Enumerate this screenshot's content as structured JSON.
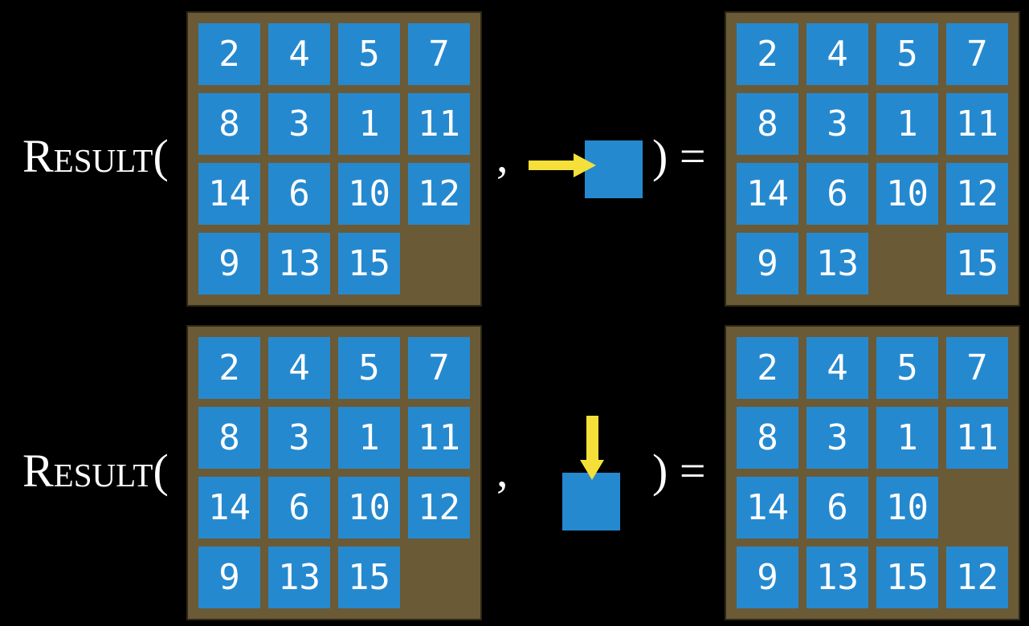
{
  "figure": {
    "function_label": "Result(",
    "comma": ",",
    "close_label": ") ="
  },
  "colors": {
    "background": "#000000",
    "tile-blue": "#2589d0",
    "frame-brown": "#6b5a36",
    "frame-edge": "#2e2715",
    "arrow-yellow": "#f5e03a",
    "text-white": "#ffffff"
  },
  "rows": [
    {
      "action": {
        "icon": "right-arrow-icon",
        "direction": "right"
      },
      "input_board": [
        [
          2,
          4,
          5,
          7
        ],
        [
          8,
          3,
          1,
          11
        ],
        [
          14,
          6,
          10,
          12
        ],
        [
          9,
          13,
          15,
          null
        ]
      ],
      "output_board": [
        [
          2,
          4,
          5,
          7
        ],
        [
          8,
          3,
          1,
          11
        ],
        [
          14,
          6,
          10,
          12
        ],
        [
          9,
          13,
          null,
          15
        ]
      ]
    },
    {
      "action": {
        "icon": "down-arrow-icon",
        "direction": "down"
      },
      "input_board": [
        [
          2,
          4,
          5,
          7
        ],
        [
          8,
          3,
          1,
          11
        ],
        [
          14,
          6,
          10,
          12
        ],
        [
          9,
          13,
          15,
          null
        ]
      ],
      "output_board": [
        [
          2,
          4,
          5,
          7
        ],
        [
          8,
          3,
          1,
          11
        ],
        [
          14,
          6,
          10,
          null
        ],
        [
          9,
          13,
          15,
          12
        ]
      ]
    }
  ]
}
